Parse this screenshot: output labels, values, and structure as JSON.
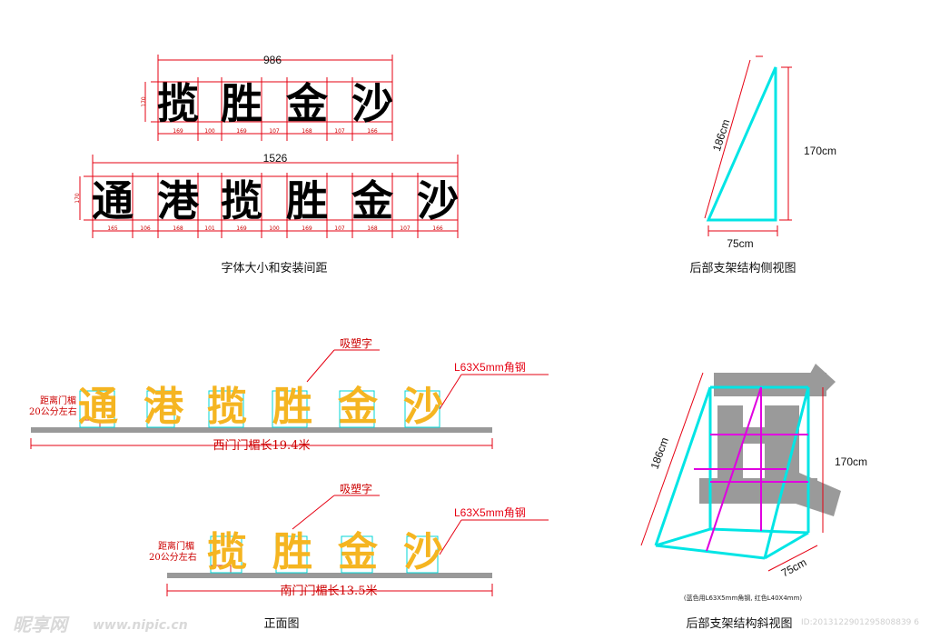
{
  "panel1": {
    "row1": {
      "total": "986",
      "height": "170",
      "chars": [
        "揽",
        "胜",
        "金",
        "沙"
      ],
      "widths": [
        "169",
        "100",
        "169",
        "107",
        "168",
        "107",
        "166"
      ]
    },
    "row2": {
      "total": "1526",
      "height": "170",
      "chars": [
        "通",
        "港",
        "揽",
        "胜",
        "金",
        "沙"
      ],
      "widths": [
        "165",
        "106",
        "168",
        "101",
        "169",
        "100",
        "169",
        "107",
        "168",
        "107",
        "166"
      ]
    },
    "caption": "字体大小和安装间距"
  },
  "panel2": {
    "height": "170cm",
    "hypotenuse": "186cm",
    "base": "75cm",
    "caption": "后部支架结构侧视图"
  },
  "panel3": {
    "west": {
      "chars": [
        "通",
        "港",
        "揽",
        "胜",
        "金",
        "沙"
      ],
      "label_top": "吸塑字",
      "label_steel": "L63X5mm角钢",
      "note_line1": "距离门楣",
      "note_line2": "20公分左右",
      "length": "西门门楣长19.4米"
    },
    "south": {
      "chars": [
        "揽",
        "胜",
        "金",
        "沙"
      ],
      "label_top": "吸塑字",
      "label_steel": "L63X5mm角钢",
      "note_line1": "距离门楣",
      "note_line2": "20公分左右",
      "length": "南门门楣长13.5米"
    },
    "caption": "正面图"
  },
  "panel4": {
    "hypotenuse": "186cm",
    "height": "170cm",
    "depth": "75cm",
    "note": "(蓝色用L63X5mm角钢, 红色L40X4mm)",
    "caption": "后部支架结构斜视图"
  },
  "watermark": {
    "logo": "昵享网",
    "url": "www.nipic.cn",
    "id": "ID:2013122901295808839 6"
  },
  "colors": {
    "letter_black": "#000000",
    "letter_gold": "#f5b521",
    "frame_cyan": "#00ffff",
    "dim_red": "#e60012",
    "inner_magenta": "#e000e0"
  }
}
